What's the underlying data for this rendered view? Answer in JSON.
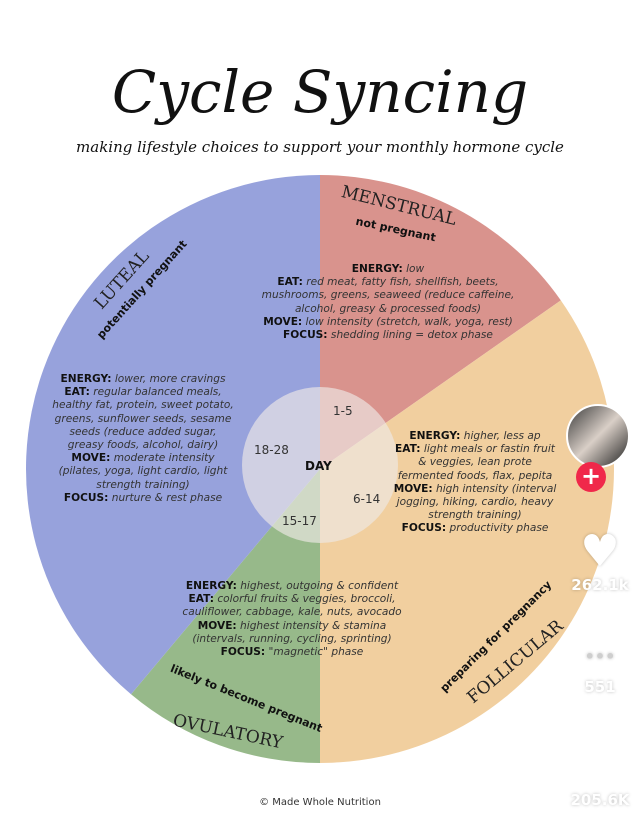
{
  "title": "Cycle Syncing",
  "subtitle": "making lifestyle choices to support your monthly hormone cycle",
  "colors": {
    "menstrual": "#d9938d",
    "follicular": "#f1cf9f",
    "ovulatory": "#97b98a",
    "luteal": "#97a2dc",
    "center": "#eeeae6"
  },
  "center": {
    "label": "DAY",
    "menstrual_days": "1-5",
    "follicular_days": "6-14",
    "ovulatory_days": "15-17",
    "luteal_days": "18-28"
  },
  "phases": {
    "menstrual": {
      "name": "MENSTRUAL",
      "sub": "not pregnant",
      "energy_k": "ENERGY:",
      "energy": "low",
      "eat_k": "EAT:",
      "eat": "red meat, fatty fish, shellfish, beets, mushrooms, greens, seaweed (reduce caffeine, alcohol, greasy & processed foods)",
      "move_k": "MOVE:",
      "move": "low intensity (stretch, walk, yoga, rest)",
      "focus_k": "FOCUS:",
      "focus": "shedding lining = detox phase"
    },
    "follicular": {
      "name": "FOLLICULAR",
      "sub": "preparing for pregnancy",
      "energy_k": "ENERGY:",
      "energy": "higher, less ap",
      "eat_k": "EAT:",
      "eat": "light meals or fastin fruit & veggies, lean prote fermented foods, flax, pepita",
      "move_k": "MOVE:",
      "move": "high intensity (interval jogging, hiking, cardio, heavy strength training)",
      "focus_k": "FOCUS:",
      "focus": "productivity phase"
    },
    "ovulatory": {
      "name": "OVULATORY",
      "sub": "likely to become pregnant",
      "energy_k": "ENERGY:",
      "energy": "highest, outgoing & confident",
      "eat_k": "EAT:",
      "eat": "colorful fruits & veggies, broccoli, cauliflower, cabbage, kale, nuts, avocado",
      "move_k": "MOVE:",
      "move": "highest intensity & stamina (intervals, running, cycling, sprinting)",
      "focus_k": "FOCUS:",
      "focus": "\"magnetic\" phase"
    },
    "luteal": {
      "name": "LUTEAL",
      "sub": "potentially pregnant",
      "energy_k": "ENERGY:",
      "energy": "lower, more cravings",
      "eat_k": "EAT:",
      "eat": "regular balanced meals, healthy fat, protein, sweet potato, greens, sunflower seeds, sesame seeds (reduce added sugar, greasy foods, alcohol, dairy)",
      "move_k": "MOVE:",
      "move": "moderate intensity (pilates, yoga, light cardio, light strength training)",
      "focus_k": "FOCUS:",
      "focus": "nurture & rest phase"
    }
  },
  "footer": "© Made Whole Nutrition",
  "social": {
    "likes": "262.1k",
    "comments": "551",
    "saves": "205.6K",
    "follow": "+"
  }
}
